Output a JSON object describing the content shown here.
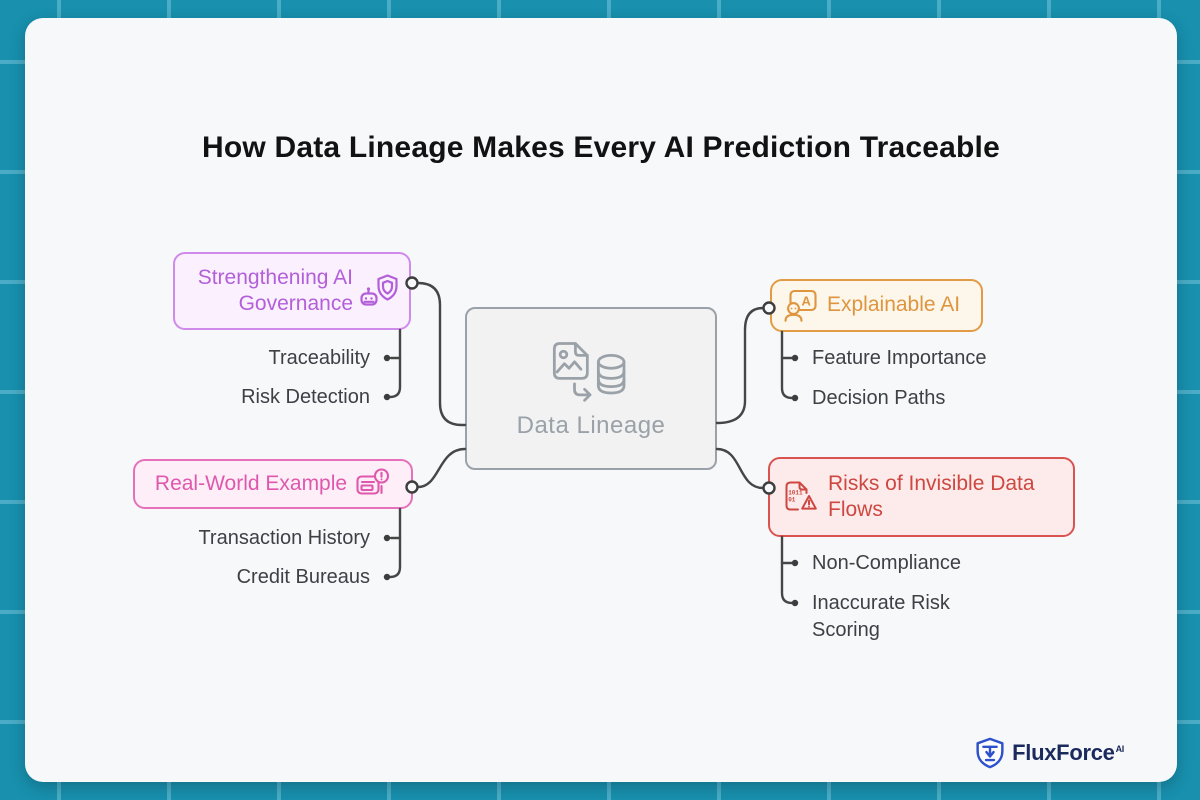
{
  "title": "How Data Lineage Makes Every AI Prediction Traceable",
  "center": {
    "label": "Data Lineage",
    "icon": "image-to-database-icon"
  },
  "branches": [
    {
      "label": "Strengthening AI Governance",
      "icon": "robot-shield-icon",
      "accent": "#b35fd9",
      "border": "#cf8aeb",
      "background": "#faf0fe",
      "children": [
        "Traceability",
        "Risk Detection"
      ]
    },
    {
      "label": "Real-World Example",
      "icon": "receipt-alert-icon",
      "accent": "#df58ad",
      "border": "#e670bc",
      "background": "#fdeef7",
      "children": [
        "Transaction History",
        "Credit Bureaus"
      ]
    },
    {
      "label": "Explainable AI",
      "icon": "person-a-frame-icon",
      "accent": "#df953e",
      "border": "#e19b44",
      "background": "#fdf6eb",
      "children": [
        "Feature Importance",
        "Decision Paths"
      ]
    },
    {
      "label": "Risks of Invisible Data Flows",
      "icon": "binary-document-warning-icon",
      "accent": "#ce4741",
      "border": "#d95450",
      "background": "#fcebea",
      "children": [
        "Non-Compliance",
        "Inaccurate Risk Scoring"
      ]
    }
  ],
  "icons": {
    "explainable_glyph": "A",
    "risks_glyph_line1": "1011",
    "risks_glyph_line2": "01"
  },
  "footer": {
    "brand": "FluxForce",
    "brand_suffix": "AI"
  },
  "colors": {
    "page_background": "#1890ae",
    "grid_line": "#4aacc6",
    "card": "#f7f8fa",
    "title_text": "#121212",
    "connector": "#464646",
    "child_text": "#3d4145",
    "center_node_text": "#9aa1a8",
    "logo_shield": "#2f52cc",
    "logo_text": "#1b2a5c"
  }
}
